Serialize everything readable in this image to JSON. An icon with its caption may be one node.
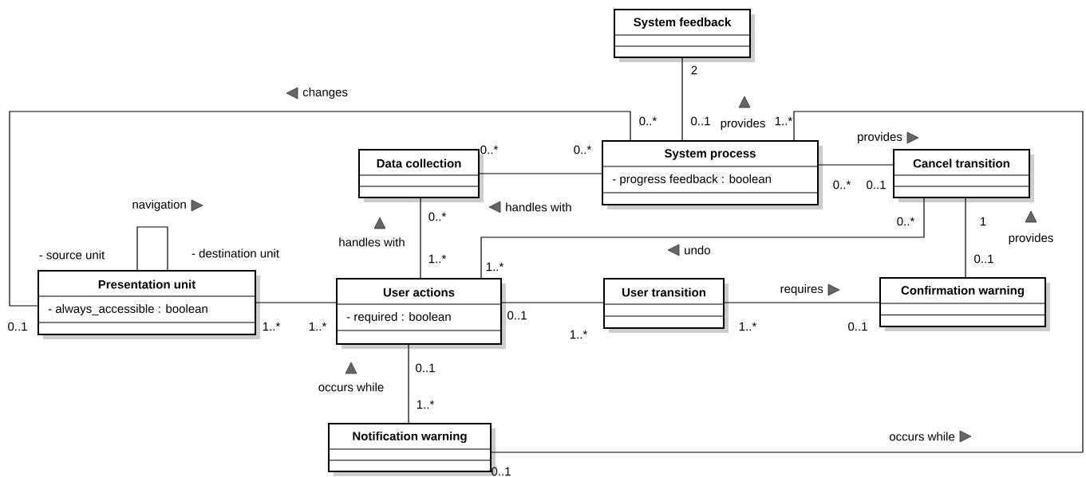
{
  "diagram": {
    "nodes": [
      {
        "text": [
          "System feedback"
        ]
      },
      {
        "text": [
          "Data collection"
        ]
      },
      {
        "text": [
          "System process",
          "- progress feedback : boolean"
        ]
      },
      {
        "text": [
          "Cancel transition"
        ]
      },
      {
        "text": [
          "Presentation unit",
          "- always_accessible : boolean"
        ]
      },
      {
        "text": [
          "User actions",
          "- required : boolean"
        ]
      },
      {
        "text": [
          "User transition"
        ]
      },
      {
        "text": [
          "Confirmation warning"
        ]
      },
      {
        "text": [
          "Notification warning"
        ]
      }
    ],
    "edges": [
      {
        "from": 0,
        "to": 2,
        "arrow": "none",
        "label": "provides"
      },
      {
        "from": 2,
        "to": 4,
        "arrow": "none",
        "label": "changes"
      },
      {
        "from": 1,
        "to": 2,
        "arrow": "none",
        "label": "handles with"
      },
      {
        "from": 2,
        "to": 3,
        "arrow": "none",
        "label": "provides"
      },
      {
        "from": 2,
        "to": 8,
        "arrow": "none",
        "label": "occurs while"
      },
      {
        "from": 4,
        "to": 4,
        "arrow": "none",
        "label": "navigation"
      },
      {
        "from": 1,
        "to": 5,
        "arrow": "none",
        "label": "handles with"
      },
      {
        "from": 4,
        "to": 5,
        "arrow": "none"
      },
      {
        "from": 3,
        "to": 5,
        "arrow": "none",
        "label": "undo"
      },
      {
        "from": 3,
        "to": 7,
        "arrow": "none",
        "label": "provides"
      },
      {
        "from": 5,
        "to": 6,
        "arrow": "none"
      },
      {
        "from": 6,
        "to": 7,
        "arrow": "none",
        "label": "requires"
      },
      {
        "from": 5,
        "to": 8,
        "arrow": "none",
        "label": "occurs while"
      }
    ],
    "labels": [
      "2",
      "0..*",
      "0..1",
      "1..*",
      "0..*",
      "0..*",
      "0..*",
      "0..1",
      "0..*",
      "0..*",
      "1",
      "- source unit",
      "- destination unit",
      "1..*",
      "0..1",
      "1..*",
      "0..1",
      "0..1",
      "1..*",
      "1..*",
      "1..*",
      "0..1",
      "1..*",
      "0..1",
      "1..*",
      "0..1"
    ]
  }
}
